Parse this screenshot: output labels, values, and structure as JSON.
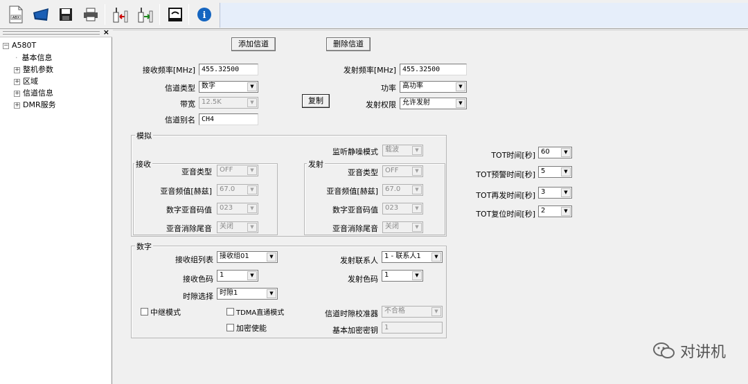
{
  "toolbar": {
    "buttons": [
      {
        "name": "open-file-icon",
        "glyph": "ABX"
      },
      {
        "name": "read-icon",
        "glyph": ""
      },
      {
        "name": "save-icon",
        "glyph": ""
      },
      {
        "name": "print-icon",
        "glyph": ""
      },
      {
        "name": "read-radio-icon",
        "glyph": ""
      },
      {
        "name": "write-radio-icon",
        "glyph": ""
      },
      {
        "name": "monitor-icon",
        "glyph": ""
      },
      {
        "name": "info-icon",
        "glyph": "i"
      }
    ]
  },
  "tree": {
    "root": "A580T",
    "items": [
      "基本信息",
      "整机参数",
      "区域",
      "信道信息",
      "DMR服务"
    ]
  },
  "actions": {
    "add_channel": "添加信道",
    "delete_channel": "删除信道",
    "copy": "复制"
  },
  "channel": {
    "rx_freq_label": "接收频率[MHz]",
    "rx_freq": "455.32500",
    "tx_freq_label": "发射频率[MHz]",
    "tx_freq": "455.32500",
    "type_label": "信道类型",
    "type": "数字",
    "power_label": "功率",
    "power": "高功率",
    "bandwidth_label": "带宽",
    "bandwidth": "12.5K",
    "tx_permit_label": "发射权限",
    "tx_permit": "允许发射",
    "alias_label": "信道别名",
    "alias": "CH4"
  },
  "analog": {
    "title": "模拟",
    "squelch_mode_label": "监听静噪模式",
    "squelch_mode": "载波",
    "rx": {
      "title": "接收",
      "tone_type_label": "亚音类型",
      "tone_type": "OFF",
      "tone_freq_label": "亚音频值[赫兹]",
      "tone_freq": "67.0",
      "dcs_label": "数字亚音码值",
      "dcs": "023",
      "tail_label": "亚音消除尾音",
      "tail": "关闭"
    },
    "tx": {
      "title": "发射",
      "tone_type_label": "亚音类型",
      "tone_type": "OFF",
      "tone_freq_label": "亚音频值[赫兹]",
      "tone_freq": "67.0",
      "dcs_label": "数字亚音码值",
      "dcs": "023",
      "tail_label": "亚音消除尾音",
      "tail": "关闭"
    }
  },
  "tot": {
    "time_label": "TOT时间[秒]",
    "time": "60",
    "prealert_label": "TOT预警时间[秒]",
    "prealert": "5",
    "rekey_label": "TOT再发时间[秒]",
    "rekey": "3",
    "reset_label": "TOT复位时间[秒]",
    "reset": "2"
  },
  "digital": {
    "title": "数字",
    "rx_group_label": "接收组列表",
    "rx_group": "接收组01",
    "tx_contact_label": "发射联系人",
    "tx_contact": "1 - 联系人1",
    "rx_cc_label": "接收色码",
    "rx_cc": "1",
    "tx_cc_label": "发射色码",
    "tx_cc": "1",
    "slot_label": "时隙选择",
    "slot": "时隙1",
    "repeater_label": "中继模式",
    "tdma_label": "TDMA直通模式",
    "slot_calib_label": "信道时隙校准器",
    "slot_calib": "不合格",
    "encrypt_label": "加密使能",
    "key_label": "基本加密密钥",
    "key": "1"
  },
  "watermark": {
    "text": "对讲机"
  }
}
